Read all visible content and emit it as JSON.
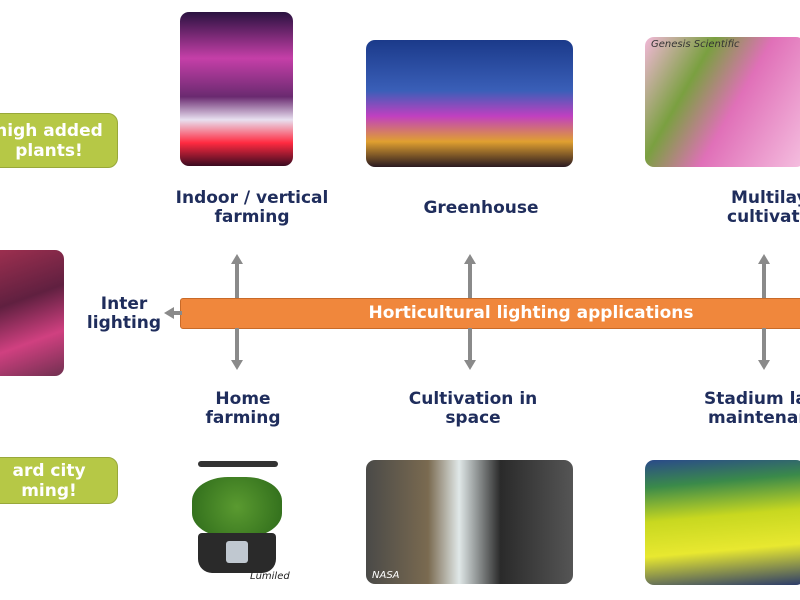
{
  "center": {
    "label": "Horticultural lighting applications",
    "color": "#f0873c"
  },
  "callouts": [
    {
      "lines": [
        "high added",
        "plants!"
      ]
    },
    {
      "lines": [
        "ard city",
        "ming!"
      ]
    }
  ],
  "applications": {
    "indoor": [
      "Indoor / vertical",
      "farming"
    ],
    "greenhouse": [
      "Greenhouse"
    ],
    "multilayer": [
      "Multilay",
      "cultivati"
    ],
    "inter": [
      "Inter",
      "lighting"
    ],
    "home": [
      "Home",
      "farming"
    ],
    "space": [
      "Cultivation in",
      "space"
    ],
    "stadium": [
      "Stadium la",
      "maintenan"
    ]
  },
  "credits": {
    "multilayer": "Genesis Scientific",
    "home": "Lumileds",
    "space": "NASA"
  },
  "colors": {
    "text": "#1f2d5c",
    "callout": "#b6c846",
    "arrow": "#8a8a8a"
  }
}
